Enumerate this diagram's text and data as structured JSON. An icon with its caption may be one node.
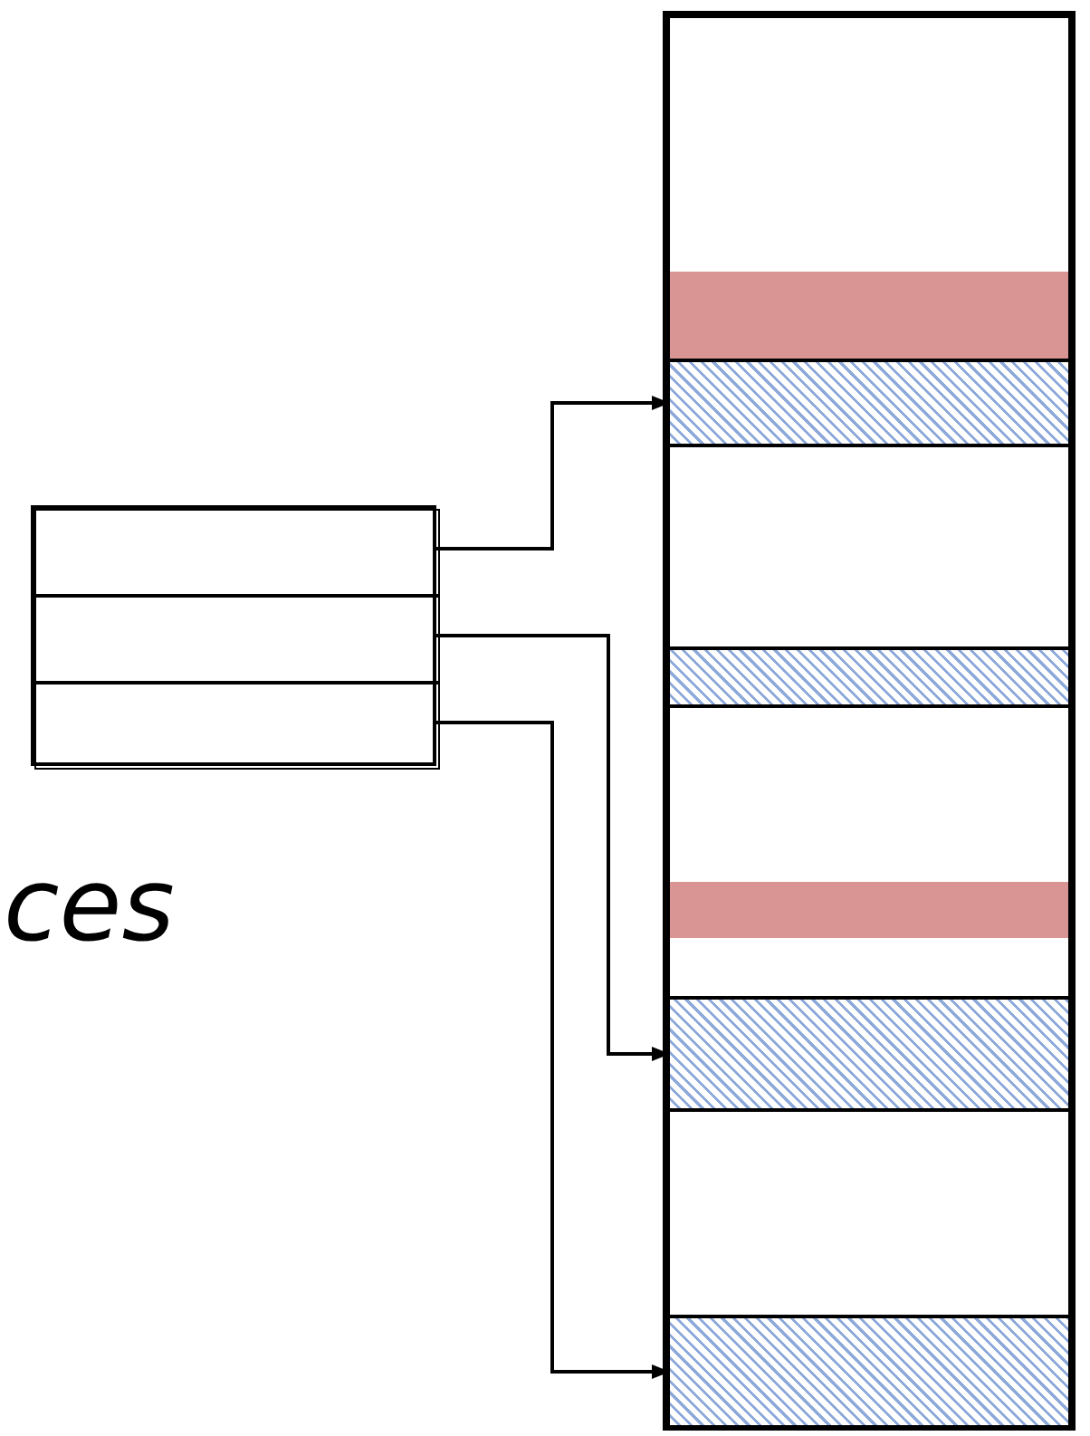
{
  "diagram": {
    "nodes": [
      {
        "text": [],
        "shape": "box"
      },
      {
        "text": [],
        "shape": "box",
        "in": 0
      },
      {
        "text": [],
        "shape": "box",
        "in": 0
      },
      {
        "text": [],
        "shape": "box",
        "in": 0
      },
      {
        "text": [],
        "shape": "box"
      },
      {
        "text": [],
        "shape": "bar",
        "in": 4
      },
      {
        "text": [],
        "shape": "bar",
        "in": 4
      },
      {
        "text": [],
        "shape": "bar",
        "in": 4
      },
      {
        "text": [],
        "shape": "bar",
        "in": 4
      },
      {
        "text": [],
        "shape": "bar",
        "in": 4
      },
      {
        "text": [],
        "shape": "bar",
        "in": 4
      }
    ],
    "edges": [
      {
        "from": 1,
        "to": 6,
        "arrow": "to"
      },
      {
        "from": 2,
        "to": 9,
        "arrow": "to"
      },
      {
        "from": 3,
        "to": 10,
        "arrow": "to"
      }
    ],
    "labels": [
      "ces"
    ]
  }
}
